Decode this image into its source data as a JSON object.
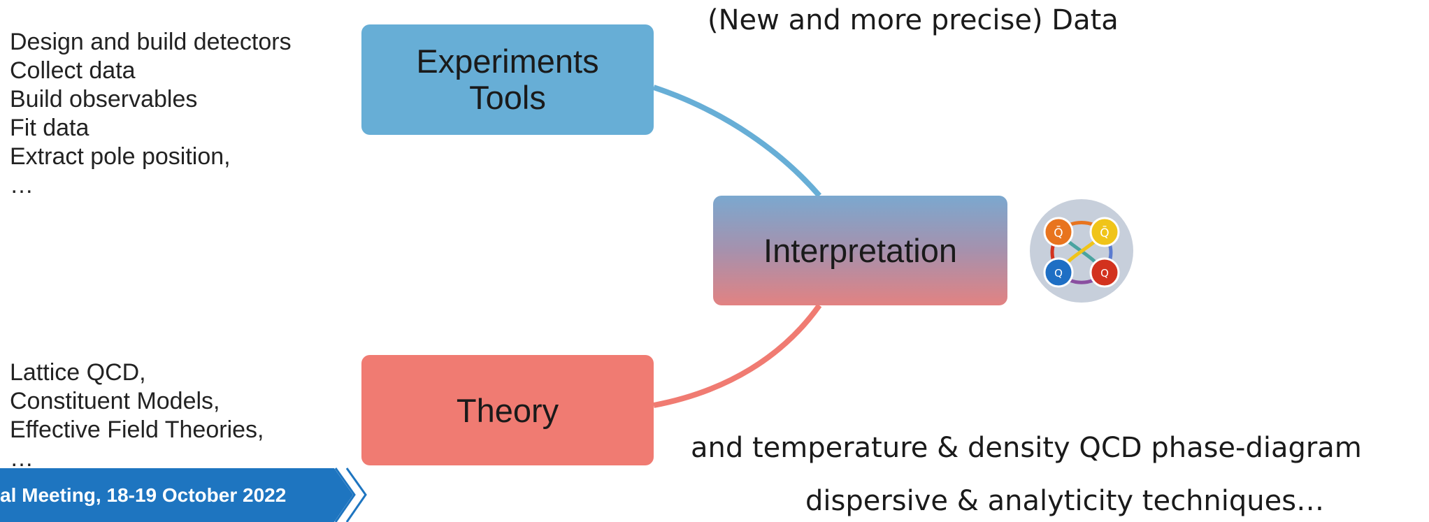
{
  "experiments_list": [
    "Design and build detectors",
    "Collect data",
    "Build observables",
    "Fit data",
    "Extract pole position,",
    "…"
  ],
  "theory_list": [
    "Lattice QCD,",
    "Constituent Models,",
    "Effective Field Theories,",
    "…"
  ],
  "boxes": {
    "experiments": [
      "Experiments",
      "Tools"
    ],
    "interpretation": "Interpretation",
    "theory": "Theory"
  },
  "top_note": "(New and more precise) Data",
  "bottom_note_1": "and temperature & density QCD phase-diagram",
  "bottom_note_2": "dispersive & analyticity  techniques…",
  "footer": "al Meeting, 18-19 October 2022",
  "icon": {
    "quark_labels": [
      "Q̄",
      "Q̄",
      "Q",
      "Q"
    ],
    "colors": {
      "orange": "#e8741e",
      "yellow": "#f0c419",
      "blue": "#1e6fc4",
      "red": "#d2321e",
      "disc": "#c7cfdb"
    }
  },
  "colors": {
    "experiments": "#67aed6",
    "theory": "#f07b72",
    "connector_blue": "#67aed6",
    "connector_red": "#f07b72",
    "footer_blue": "#1e75c0"
  }
}
